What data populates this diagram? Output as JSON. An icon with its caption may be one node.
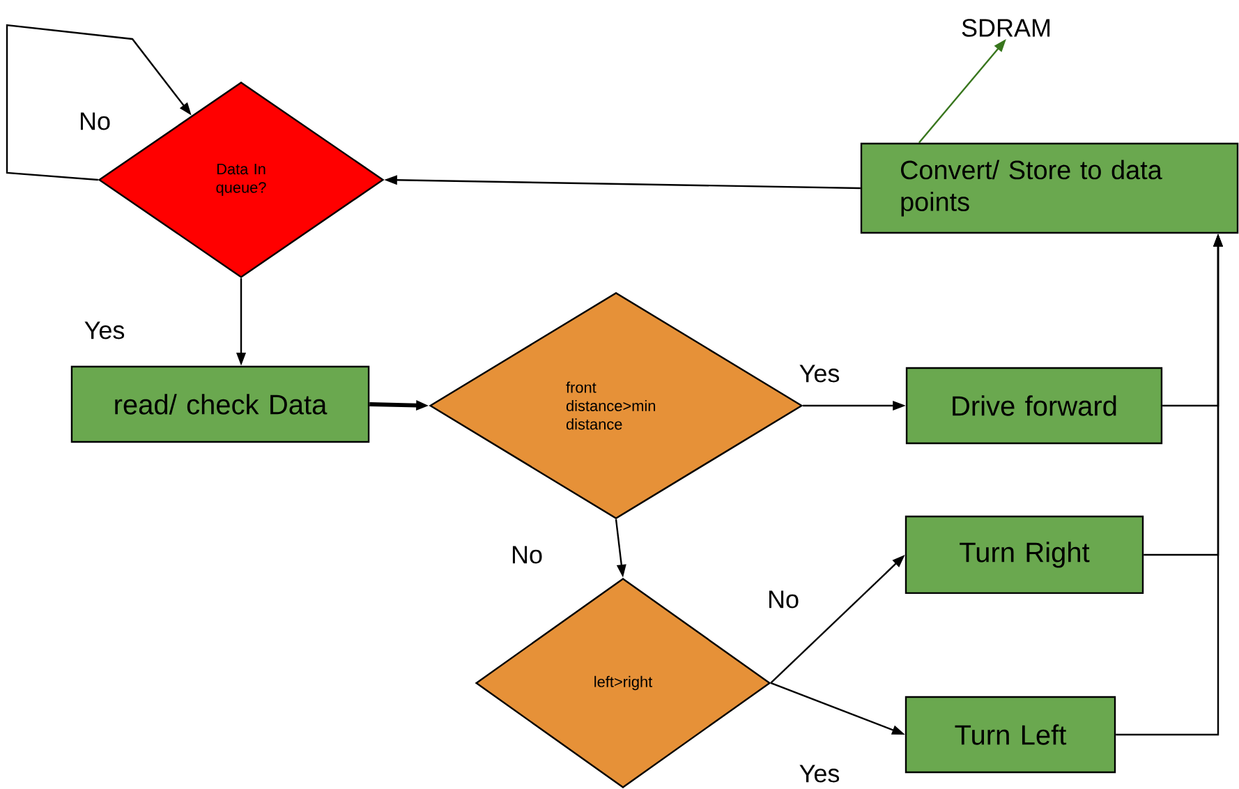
{
  "diagram": {
    "nodes": [
      {
        "text": [
          "Data In queue?"
        ]
      },
      {
        "text": [
          "Convert/ Store  to data points"
        ]
      },
      {
        "text": [
          "SDRAM"
        ]
      },
      {
        "text": [
          "read/ check Data"
        ]
      },
      {
        "text": [
          "front distance>min distance"
        ]
      },
      {
        "text": [
          "Drive forward"
        ]
      },
      {
        "text": [
          "left>right"
        ]
      },
      {
        "text": [
          "Turn Right"
        ]
      },
      {
        "text": [
          "Turn Left"
        ]
      }
    ],
    "edges": [
      {
        "from": 0,
        "to": 0,
        "arrow": "to",
        "label": "No"
      },
      {
        "from": 0,
        "to": 3,
        "arrow": "to",
        "label": "Yes"
      },
      {
        "from": 3,
        "to": 4,
        "arrow": "to",
        "style": "thick"
      },
      {
        "from": 4,
        "to": 5,
        "arrow": "to",
        "label": "Yes"
      },
      {
        "from": 4,
        "to": 6,
        "arrow": "to",
        "label": "No"
      },
      {
        "from": 6,
        "to": 7,
        "arrow": "to",
        "label": "No"
      },
      {
        "from": 6,
        "to": 8,
        "arrow": "to",
        "label": "Yes"
      },
      {
        "from": 5,
        "to": 1,
        "arrow": "to"
      },
      {
        "from": 7,
        "to": 1,
        "arrow": "to"
      },
      {
        "from": 8,
        "to": 1,
        "arrow": "to"
      },
      {
        "from": 1,
        "to": 0,
        "arrow": "to"
      },
      {
        "from": 1,
        "to": 2,
        "arrow": "to",
        "color": "#38761d"
      }
    ]
  }
}
